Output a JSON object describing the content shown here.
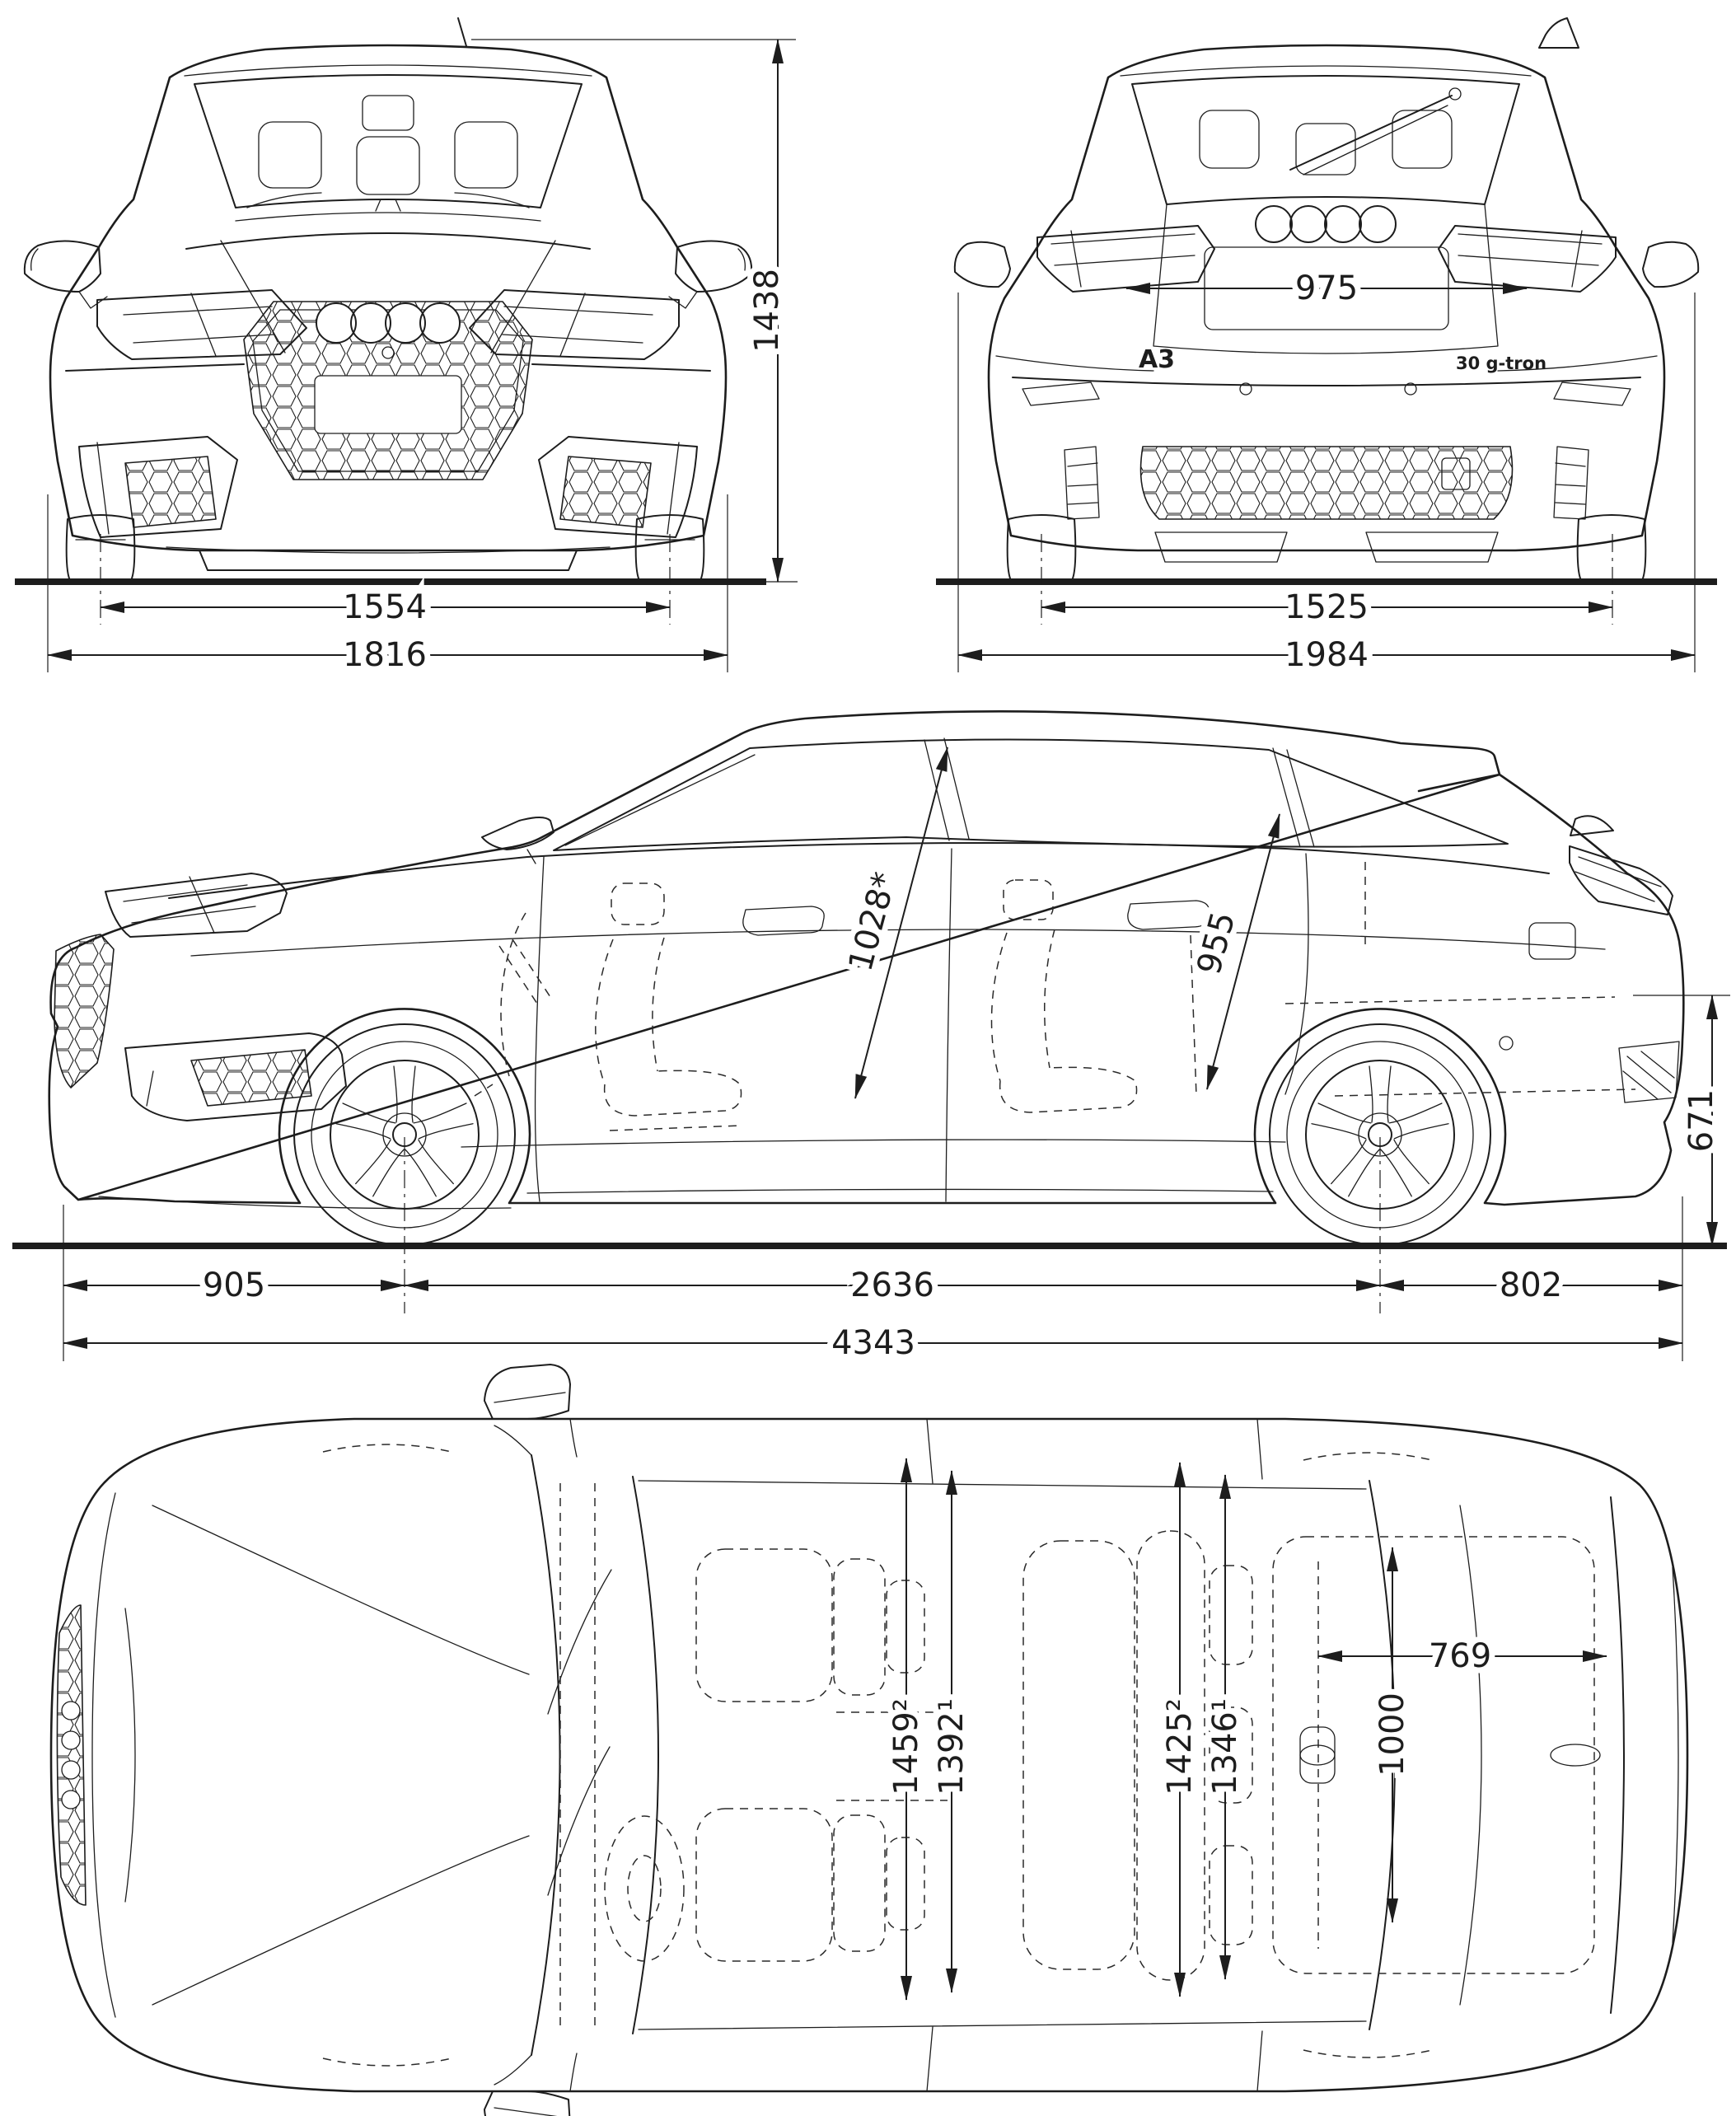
{
  "colors": {
    "line": "#1d1d1d",
    "background": "#ffffff"
  },
  "views": {
    "front": {
      "dims": {
        "track_front": "1554",
        "body_width": "1816",
        "overall_height": "1438"
      }
    },
    "rear": {
      "badges": {
        "model": "A3",
        "variant": "30 g-tron"
      },
      "dims": {
        "plate_area_width": "975",
        "track_rear": "1525",
        "width_incl_mirrors": "1984"
      }
    },
    "side": {
      "dims": {
        "front_headroom": "1028*",
        "rear_headroom": "955",
        "rear_sill_height": "671",
        "front_overhang": "905",
        "wheelbase": "2636",
        "rear_overhang": "802",
        "overall_length": "4343"
      }
    },
    "top": {
      "dims": {
        "front_width_sup2": "1459²",
        "front_width_sup1": "1392¹",
        "rear_width_sup2": "1425²",
        "rear_width_sup1": "1346¹",
        "boot_width": "1000",
        "boot_length": "769"
      }
    }
  }
}
